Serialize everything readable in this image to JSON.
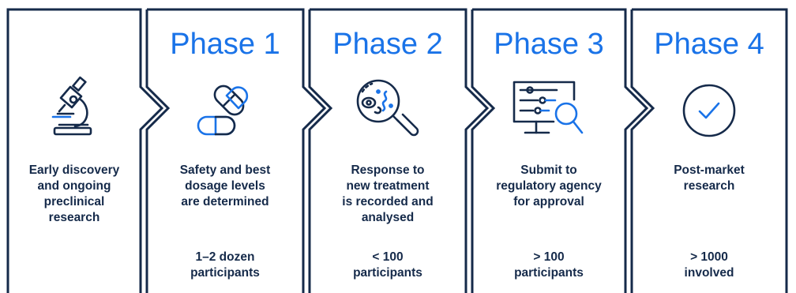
{
  "colors": {
    "navy": "#152a4a",
    "blue": "#1a73e8",
    "background": "#ffffff"
  },
  "panels": [
    {
      "title": "",
      "icon": "microscope-icon",
      "description": [
        "Early discovery",
        "and ongoing",
        "preclinical",
        "research"
      ],
      "participants": []
    },
    {
      "title": "Phase 1",
      "icon": "capsules-icon",
      "description": [
        "Safety and best",
        "dosage levels",
        "are determined"
      ],
      "participants": [
        "1–2 dozen",
        "participants"
      ]
    },
    {
      "title": "Phase 2",
      "icon": "magnifier-bacteria-icon",
      "description": [
        "Response to",
        "new treatment",
        "is recorded and",
        "analysed"
      ],
      "participants": [
        "< 100",
        "participants"
      ]
    },
    {
      "title": "Phase 3",
      "icon": "monitor-analysis-icon",
      "description": [
        "Submit to",
        "regulatory agency",
        "for approval"
      ],
      "participants": [
        "> 100",
        "participants"
      ]
    },
    {
      "title": "Phase 4",
      "icon": "checkmark-circle-icon",
      "description": [
        "Post-market",
        "research"
      ],
      "participants": [
        "> 1000",
        "involved"
      ]
    }
  ]
}
